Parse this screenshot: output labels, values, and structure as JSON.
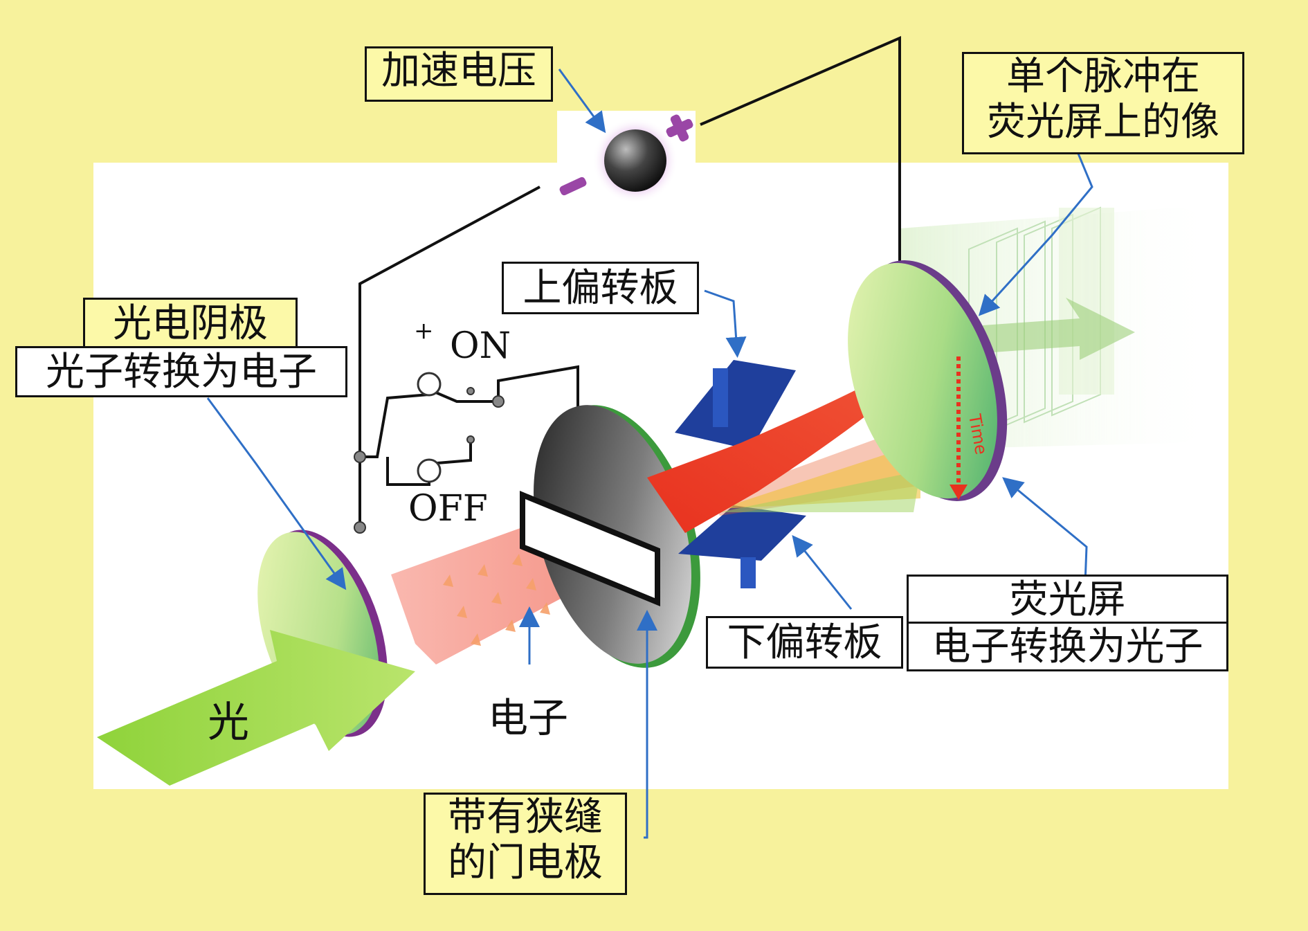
{
  "labels": {
    "accel_voltage": "加速电压",
    "single_pulse_line1": "单个脉冲在",
    "single_pulse_line2": "荧光屏上的像",
    "photocathode": "光电阴极",
    "photon_to_electron": "光子转换为电子",
    "upper_deflector": "上偏转板",
    "lower_deflector": "下偏转板",
    "screen": "荧光屏",
    "electron_to_photon": "电子转换为光子",
    "gate_line1": "带有狭缝",
    "gate_line2": "的门电极",
    "light": "光",
    "electrons": "电子",
    "switch_plus": "+",
    "switch_on": "ON",
    "switch_off": "OFF",
    "time_axis": "Time"
  },
  "colors": {
    "background": "#f7f29c",
    "panel": "#ffffff",
    "label_box": "#fcf9a8",
    "leader_line": "#2f6fc6",
    "electron_beam": "#ef3a2c",
    "light_arrow": "#9ed84a",
    "deflector_plate": "#1f3f9c"
  }
}
